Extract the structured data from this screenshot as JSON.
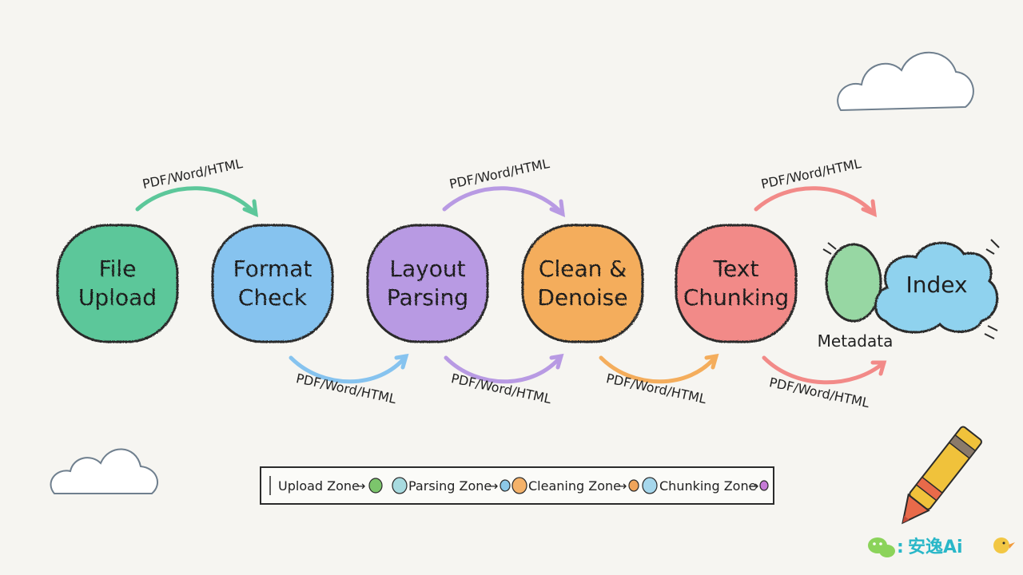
{
  "colors": {
    "upload": "#5cc79a",
    "format": "#86c3ef",
    "layout": "#b89ae3",
    "clean": "#f4ad5c",
    "chunk": "#f28a88",
    "index": "#8fd2ee",
    "metadata": "#97d7a3",
    "outline": "#2b2b2b",
    "brand": "#29b7c8"
  },
  "nodes": [
    {
      "id": "upload",
      "lines": [
        "File",
        "Upload"
      ]
    },
    {
      "id": "format",
      "lines": [
        "Format",
        "Check"
      ]
    },
    {
      "id": "layout",
      "lines": [
        "Layout",
        "Parsing"
      ]
    },
    {
      "id": "clean",
      "lines": [
        "Clean &",
        "Denoise"
      ]
    },
    {
      "id": "chunk",
      "lines": [
        "Text",
        "Chunking"
      ]
    }
  ],
  "index_node": {
    "label": "Index"
  },
  "metadata_label": "Metadata",
  "edge_label": "PDF/Word/HTML",
  "legend": {
    "zones": [
      {
        "label": "Upload Zone",
        "dot": "#7cc56c"
      },
      {
        "label": "Parsing Zone",
        "dot": "#8cc8e8"
      },
      {
        "label": "Cleaning Zone",
        "dot": "#f0a45a"
      },
      {
        "label": "Chunking Zone",
        "dot": "#c57ad6"
      }
    ]
  },
  "brand": {
    "text": "安逸Ai",
    "icon": "wechat-icon"
  }
}
